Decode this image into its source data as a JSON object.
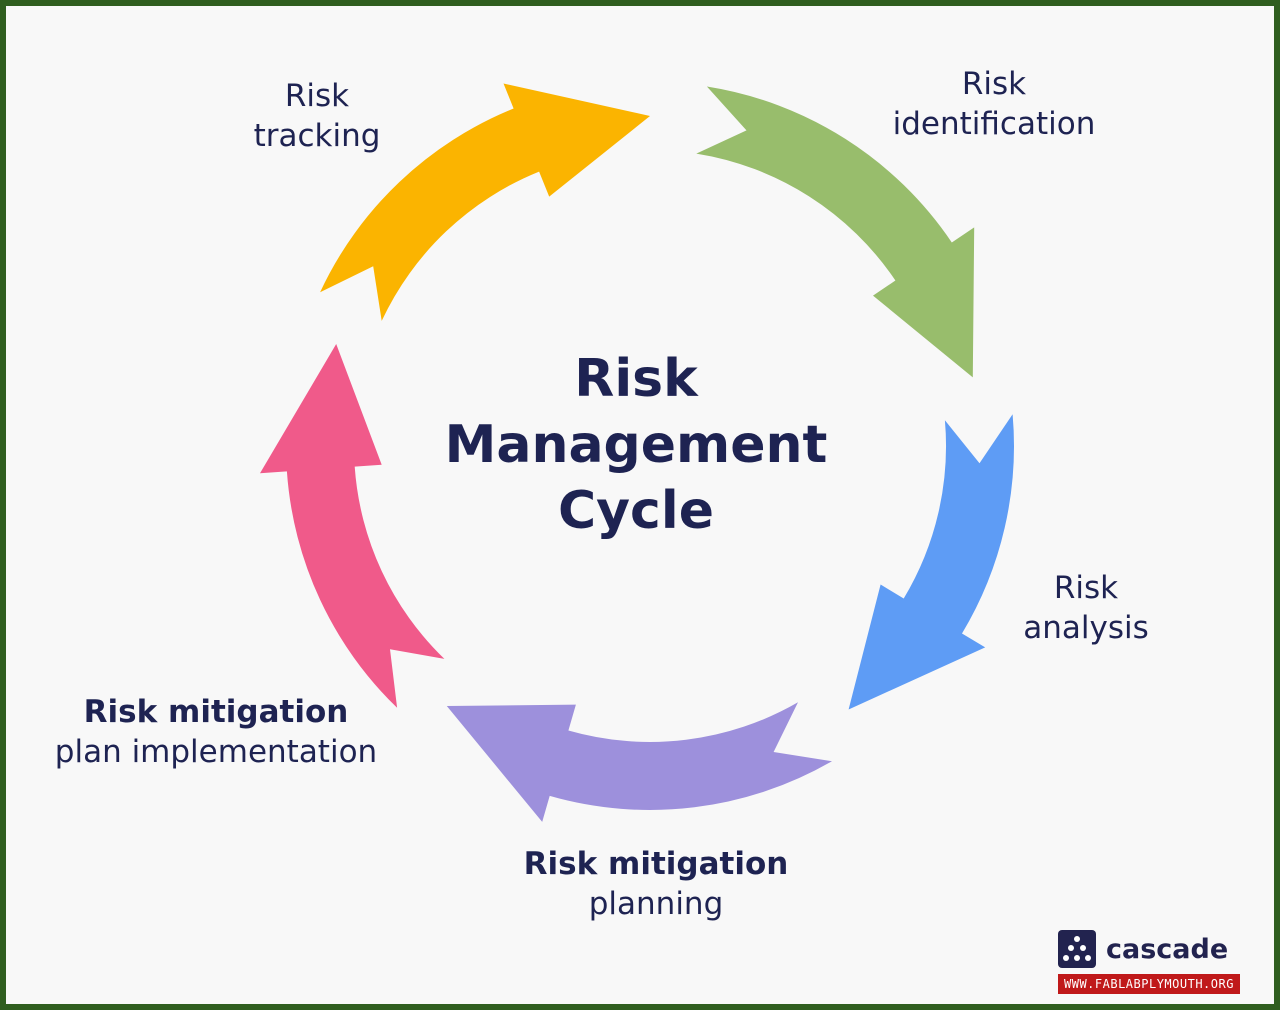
{
  "diagram": {
    "title_lines": [
      "Risk",
      "Management",
      "Cycle"
    ],
    "stages": [
      {
        "id": "identification",
        "lines": [
          "Risk",
          "identification"
        ],
        "bold_lines": 0,
        "color": "#98bd6c"
      },
      {
        "id": "analysis",
        "lines": [
          "Risk",
          "analysis"
        ],
        "bold_lines": 0,
        "color": "#5e9cf5"
      },
      {
        "id": "mitigation-planning",
        "lines": [
          "Risk mitigation",
          "planning"
        ],
        "bold_lines": 1,
        "color": "#9d90dc"
      },
      {
        "id": "mitigation-implementation",
        "lines": [
          "Risk mitigation",
          "plan implementation"
        ],
        "bold_lines": 1,
        "color": "#f05a8a"
      },
      {
        "id": "tracking",
        "lines": [
          "Risk",
          "tracking"
        ],
        "bold_lines": 0,
        "color": "#fbb400"
      }
    ]
  },
  "brand": {
    "name": "cascade",
    "color": "#22234f"
  },
  "watermark": {
    "text": "WWW.FABLABPLYMOUTH.ORG"
  }
}
